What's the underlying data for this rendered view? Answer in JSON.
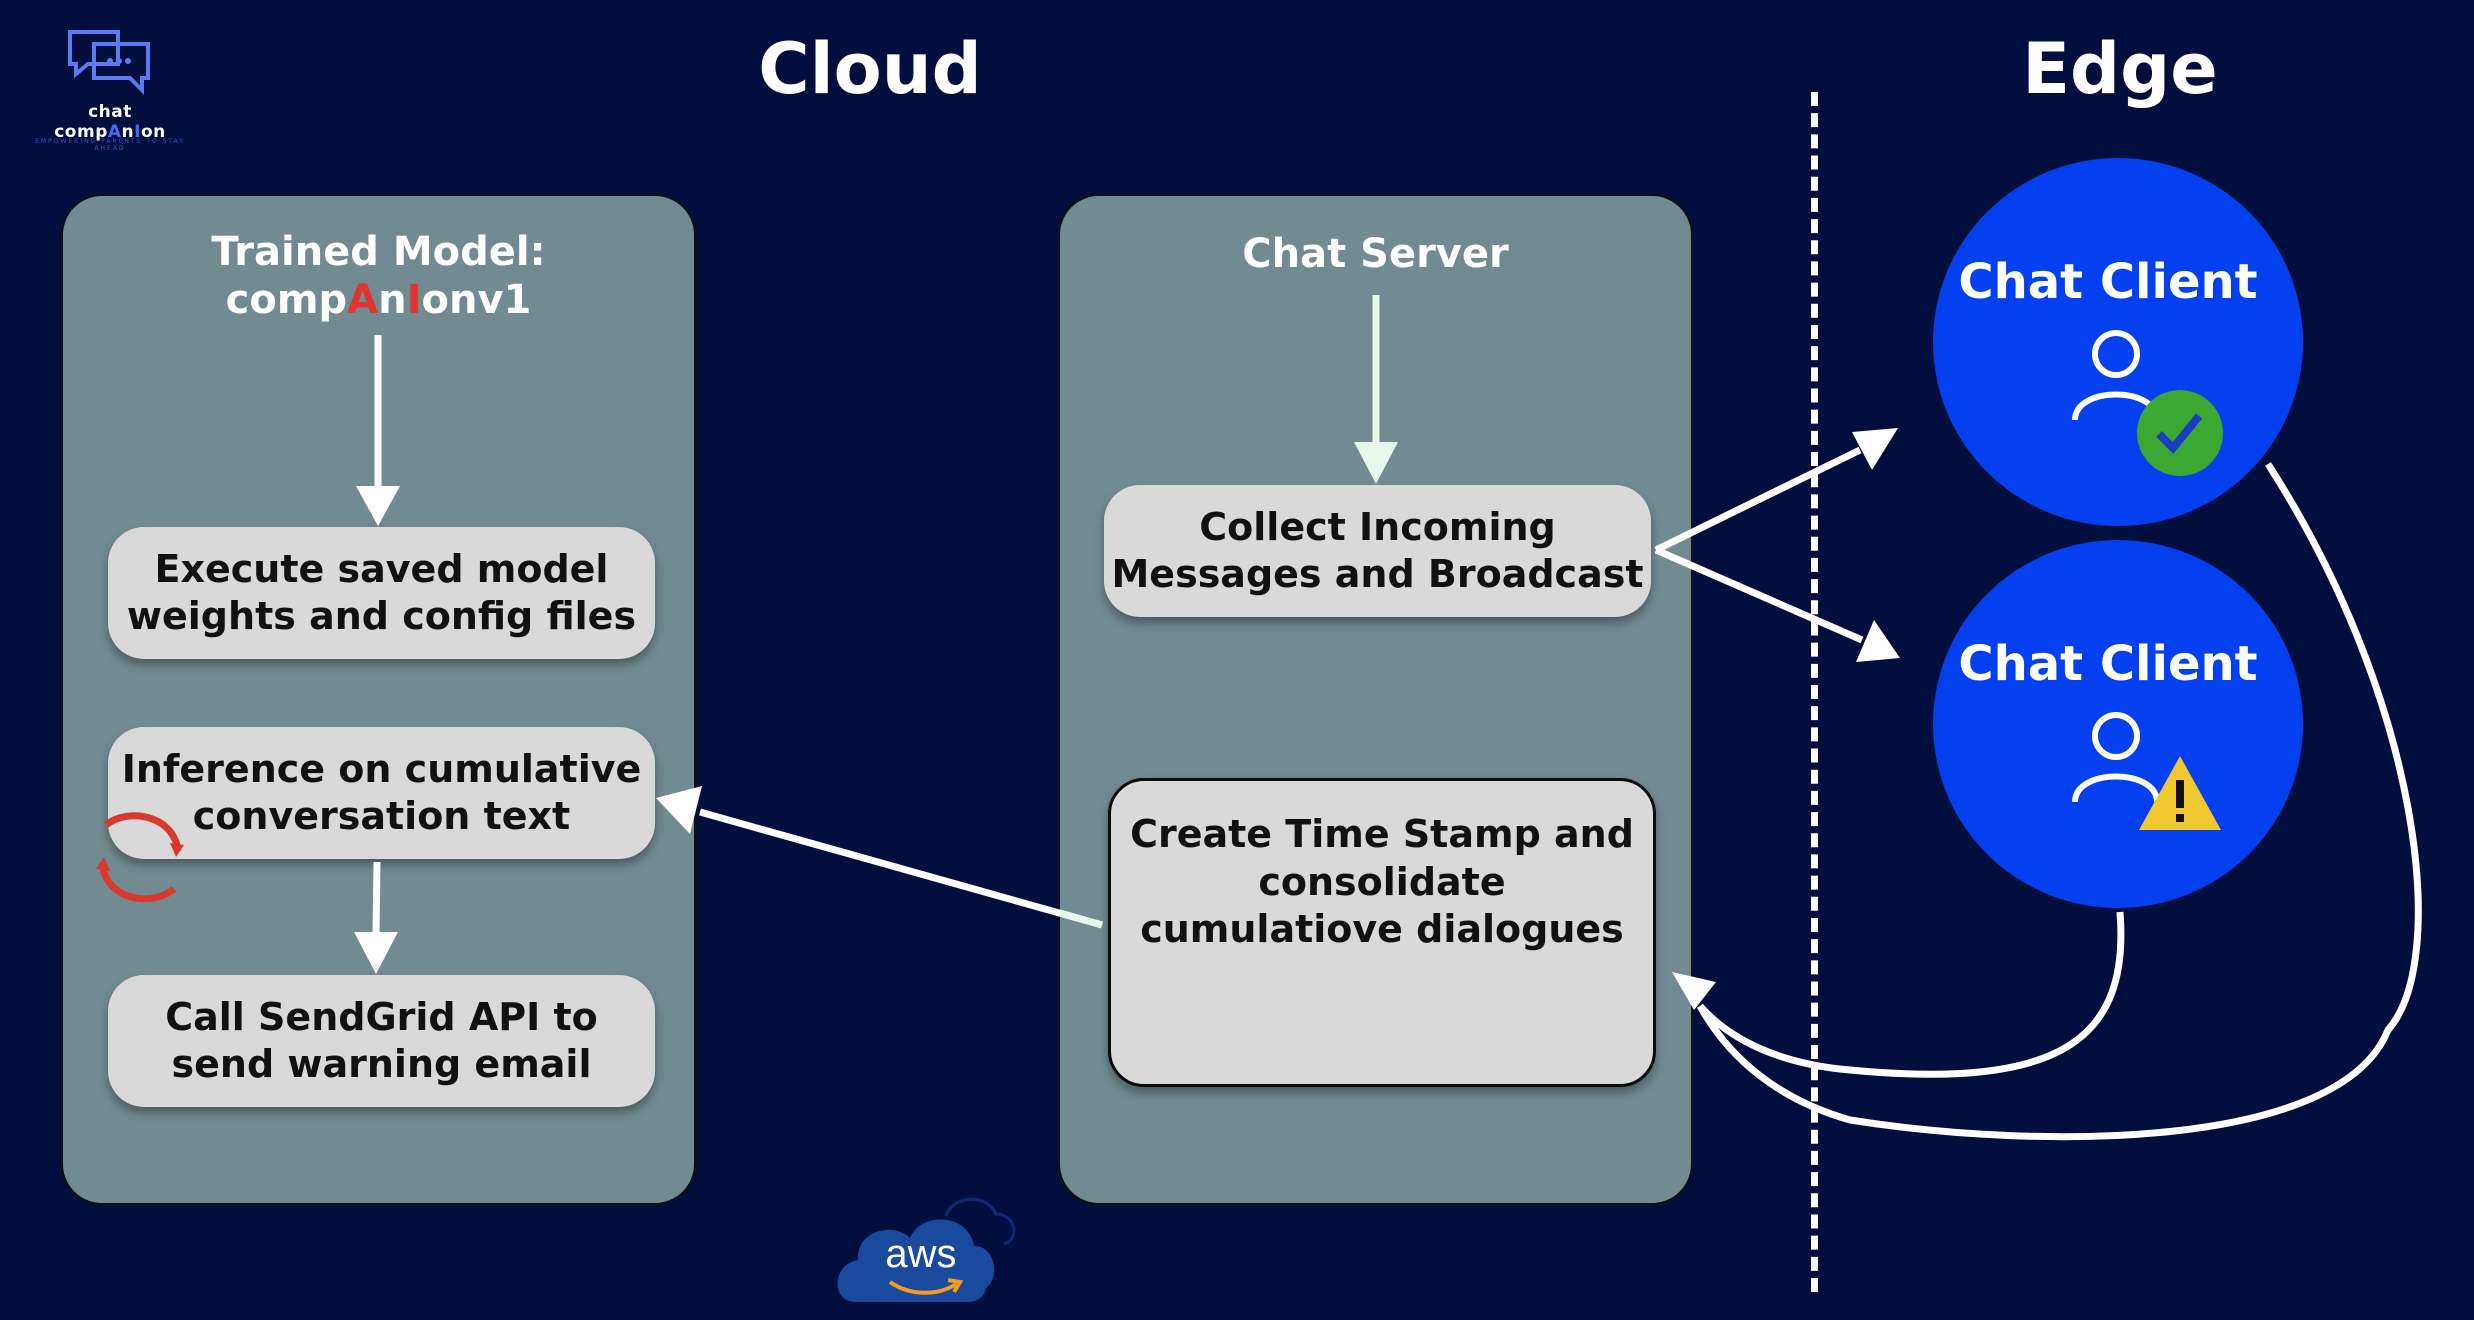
{
  "logo": {
    "name_prefix": "chat comp",
    "name_a": "A",
    "name_n": "n",
    "name_i": "I",
    "name_suffix": "on",
    "tagline": "EMPOWERING PARENTS TO STAY AHEAD",
    "icon": "chat-bubbles-icon"
  },
  "headings": {
    "cloud": "Cloud",
    "edge": "Edge"
  },
  "model_panel": {
    "title_line1": "Trained Model:",
    "title_prefix": "comp",
    "title_a": "A",
    "title_n": "n",
    "title_i": "I",
    "title_suffix": "onv1",
    "box_execute_line1": "Execute saved model",
    "box_execute_line2": "weights and config files",
    "box_inference_line1": "Inference on cumulative",
    "box_inference_line2": "conversation text",
    "box_sendgrid_line1": "Call SendGrid API to",
    "box_sendgrid_line2": "send warning email",
    "loop_icon": "refresh-icon"
  },
  "server_panel": {
    "title": "Chat Server",
    "box_collect_line1": "Collect Incoming",
    "box_collect_line2": "Messages and Broadcast",
    "box_timestamp_line1": "Create Time Stamp and",
    "box_timestamp_line2": "consolidate",
    "box_timestamp_line3": "cumulatiove dialogues"
  },
  "clients": [
    {
      "label": "Chat Client",
      "status_icon": "check-badge-icon",
      "status_color": "#3aa832"
    },
    {
      "label": "Chat Client",
      "status_icon": "warning-triangle-icon",
      "status_color": "#f0c830"
    }
  ],
  "aws": {
    "label": "aws",
    "icon": "aws-cloud-icon"
  },
  "colors": {
    "background": "#020e3d",
    "panel": "#728b92",
    "box": "#d9d9d9",
    "client": "#0440f0",
    "accent": "#e2332e",
    "arrow": "#ffffff",
    "arrow_light": "#e6f7ec"
  }
}
